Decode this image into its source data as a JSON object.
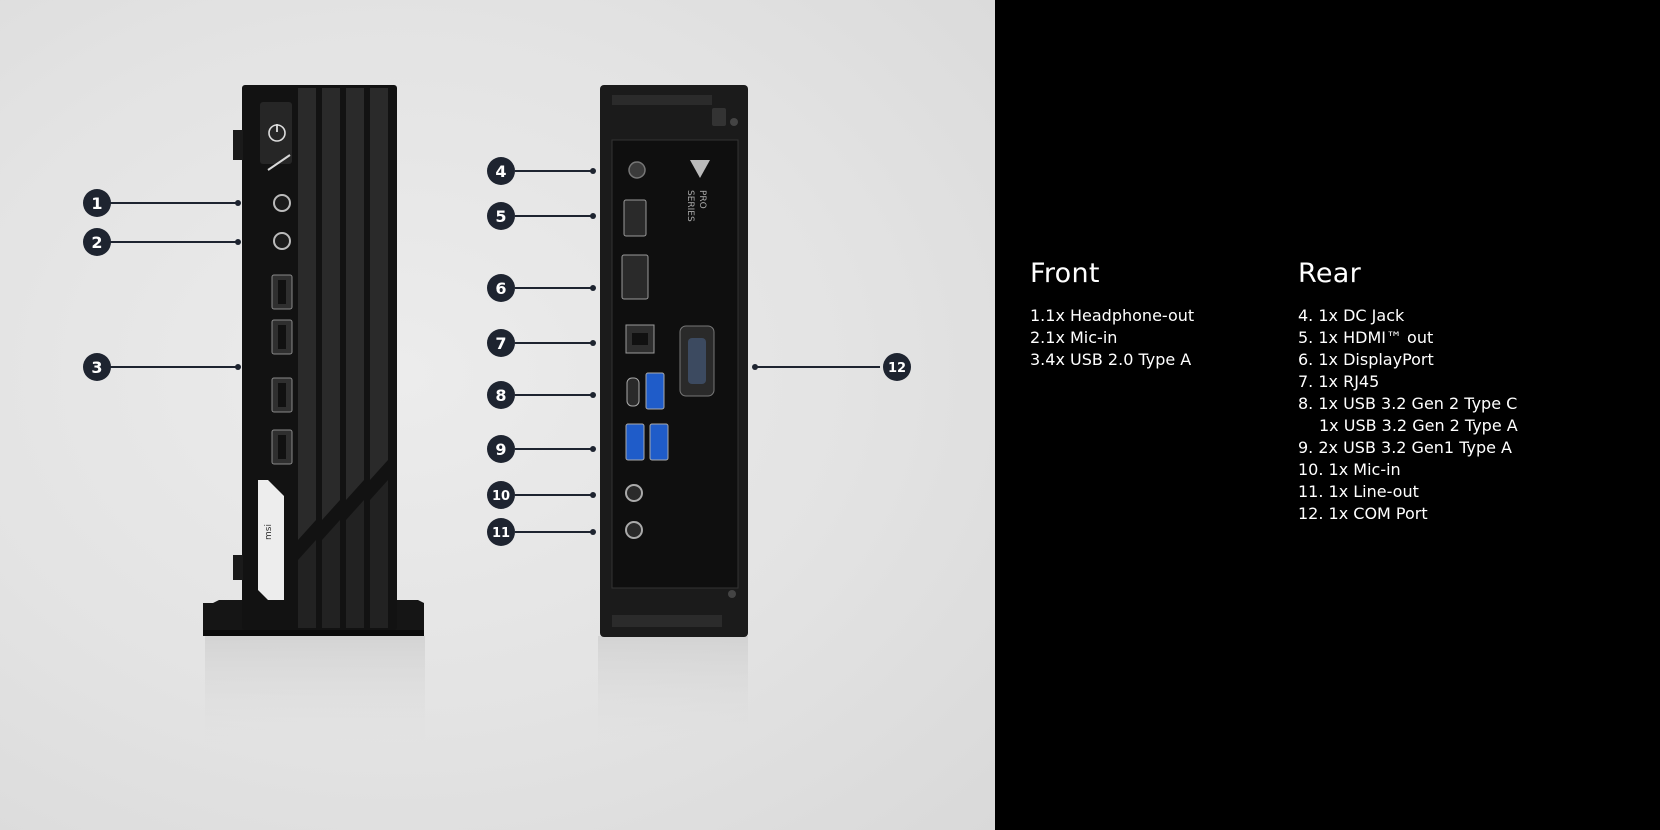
{
  "callouts": [
    "1",
    "2",
    "3",
    "4",
    "5",
    "6",
    "7",
    "8",
    "9",
    "10",
    "11",
    "12"
  ],
  "front": {
    "title": "Front",
    "items": [
      "1.1x Headphone-out",
      "2.1x Mic-in",
      "3.4x USB 2.0 Type A"
    ]
  },
  "rear": {
    "title": "Rear",
    "items": [
      "4. 1x DC Jack",
      "5. 1x HDMI™ out",
      "6. 1x DisplayPort",
      "7. 1x RJ45",
      "8. 1x USB 3.2 Gen 2 Type C",
      "1x USB 3.2 Gen 2 Type A",
      "9. 2x USB 3.2 Gen1 Type A",
      "10. 1x Mic-in",
      "11. 1x Line-out",
      "12. 1x COM Port"
    ]
  },
  "logos": {
    "series_line1": "PRO",
    "series_line2": "SERIES"
  },
  "colors": {
    "right_panel": "#000000",
    "left_panel": "#e3e3e3",
    "callout": "#1e2430"
  }
}
